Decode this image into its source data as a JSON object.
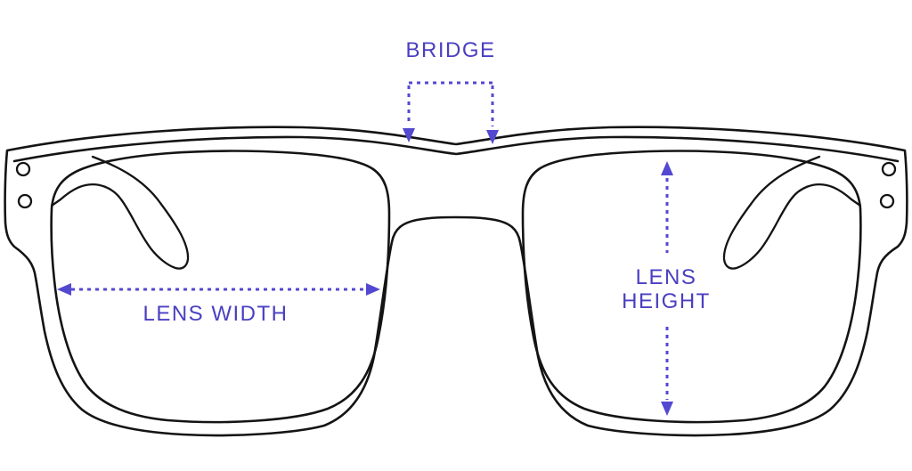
{
  "diagram": {
    "name": "sunglasses-fit-measurement-diagram",
    "colors": {
      "line-color": "#141414",
      "label-color": "#4a3fc2",
      "arrow-color": "#5348d0",
      "bg-color": "#ffffff"
    },
    "annotations": {
      "bridge": {
        "label": "BRIDGE"
      },
      "lens_width": {
        "label": "LENS WIDTH"
      },
      "lens_height": {
        "label_line1": "LENS",
        "label_line2": "HEIGHT"
      }
    }
  }
}
